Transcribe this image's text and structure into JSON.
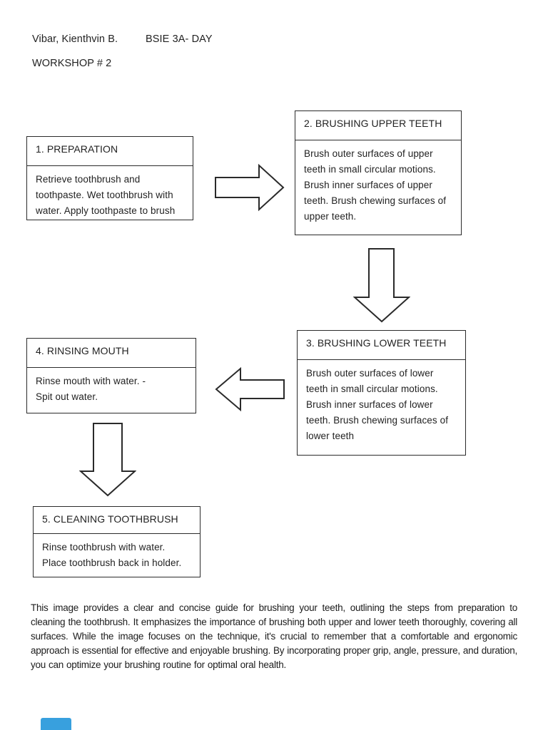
{
  "header": {
    "student_name": "Vibar, Kienthvin B.",
    "course_section": "BSIE 3A- DAY",
    "workshop_title": "WORKSHOP # 2"
  },
  "flowchart": {
    "steps": [
      {
        "title": "1. PREPARATION",
        "body": "Retrieve toothbrush and toothpaste. Wet toothbrush with water. Apply toothpaste to brush"
      },
      {
        "title": "2. BRUSHING UPPER TEETH",
        "body": "Brush outer surfaces of upper teeth in small circular motions. Brush inner surfaces of upper teeth. Brush chewing surfaces of upper teeth."
      },
      {
        "title": "3. BRUSHING LOWER TEETH",
        "body": "Brush outer surfaces of lower teeth in small circular motions. Brush inner surfaces of lower teeth. Brush chewing surfaces of lower teeth"
      },
      {
        "title": "4. RINSING MOUTH",
        "body": "Rinse mouth with water. - Spit out water."
      },
      {
        "title": "5. CLEANING TOOTHBRUSH",
        "body": "Rinse toothbrush with water. Place toothbrush back in holder."
      }
    ],
    "arrows": [
      {
        "from": "step-1",
        "to": "step-2",
        "direction": "right"
      },
      {
        "from": "step-2",
        "to": "step-3",
        "direction": "down"
      },
      {
        "from": "step-3",
        "to": "step-4",
        "direction": "left"
      },
      {
        "from": "step-4",
        "to": "step-5",
        "direction": "down"
      }
    ]
  },
  "summary_paragraph": "This image provides a clear and concise guide for brushing your teeth, outlining the steps from preparation to cleaning the toothbrush. It emphasizes the importance of brushing both upper and lower teeth thoroughly, covering all surfaces. While the image focuses on the technique, it's crucial to remember that a comfortable and ergonomic approach is essential for effective and enjoyable brushing. By incorporating proper grip, angle, pressure, and duration, you can optimize your brushing routine for optimal oral health.",
  "colors": {
    "page_background": "#ffffff",
    "text": "#222222",
    "box_border": "#2b2b2b",
    "accent_blue": "#38a0de"
  }
}
